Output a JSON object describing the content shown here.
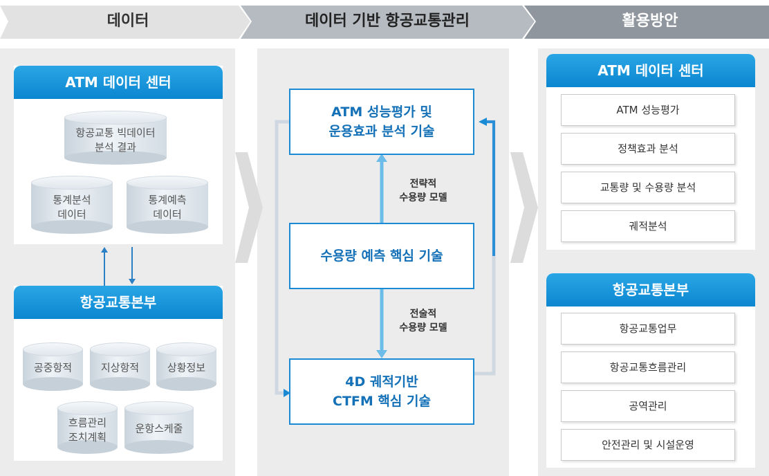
{
  "header": {
    "col1": "데이터",
    "col2": "데이터 기반 항공교통관리",
    "col3": "활용방안"
  },
  "left": {
    "atm_title": "ATM 데이터 센터",
    "atm_cylinders": [
      {
        "line1": "항공교통 빅데이터",
        "line2": "분석 결과"
      },
      {
        "line1": "통계분석",
        "line2": "데이터"
      },
      {
        "line1": "통계예측",
        "line2": "데이터"
      }
    ],
    "hq_title": "항공교통본부",
    "hq_cylinders": [
      {
        "line1": "공중항적",
        "line2": ""
      },
      {
        "line1": "지상항적",
        "line2": ""
      },
      {
        "line1": "상황정보",
        "line2": ""
      },
      {
        "line1": "흐름관리",
        "line2": "조치계획"
      },
      {
        "line1": "운항스케줄",
        "line2": ""
      }
    ]
  },
  "center": {
    "box1": {
      "line1": "ATM 성능평가 및",
      "line2": "운용효과 분석 기술"
    },
    "box2": {
      "line1": "수용량 예측 핵심 기술",
      "line2": ""
    },
    "box3": {
      "line1": "4D 궤적기반",
      "line2": "CTFM 핵심 기술"
    },
    "label1": {
      "line1": "전략적",
      "line2": "수용량 모델"
    },
    "label2": {
      "line1": "전술적",
      "line2": "수용량 모델"
    }
  },
  "right": {
    "atm_title": "ATM 데이터 센터",
    "atm_items": [
      "ATM 성능평가",
      "정책효과 분석",
      "교통량 및 수용량 분석",
      "궤적분석"
    ],
    "hq_title": "항공교통본부",
    "hq_items": [
      "항공교통업무",
      "항공교통흐름관리",
      "공역관리",
      "안전관리 및 시설운영"
    ]
  },
  "colors": {
    "accent_blue": "#1a8ad4",
    "header_gray_light": "#e4e4e4",
    "header_gray_mid": "#b4b9bf",
    "header_gray_dark": "#8e959c"
  },
  "icons": [
    "chevron-arrow",
    "flow-arrow"
  ]
}
